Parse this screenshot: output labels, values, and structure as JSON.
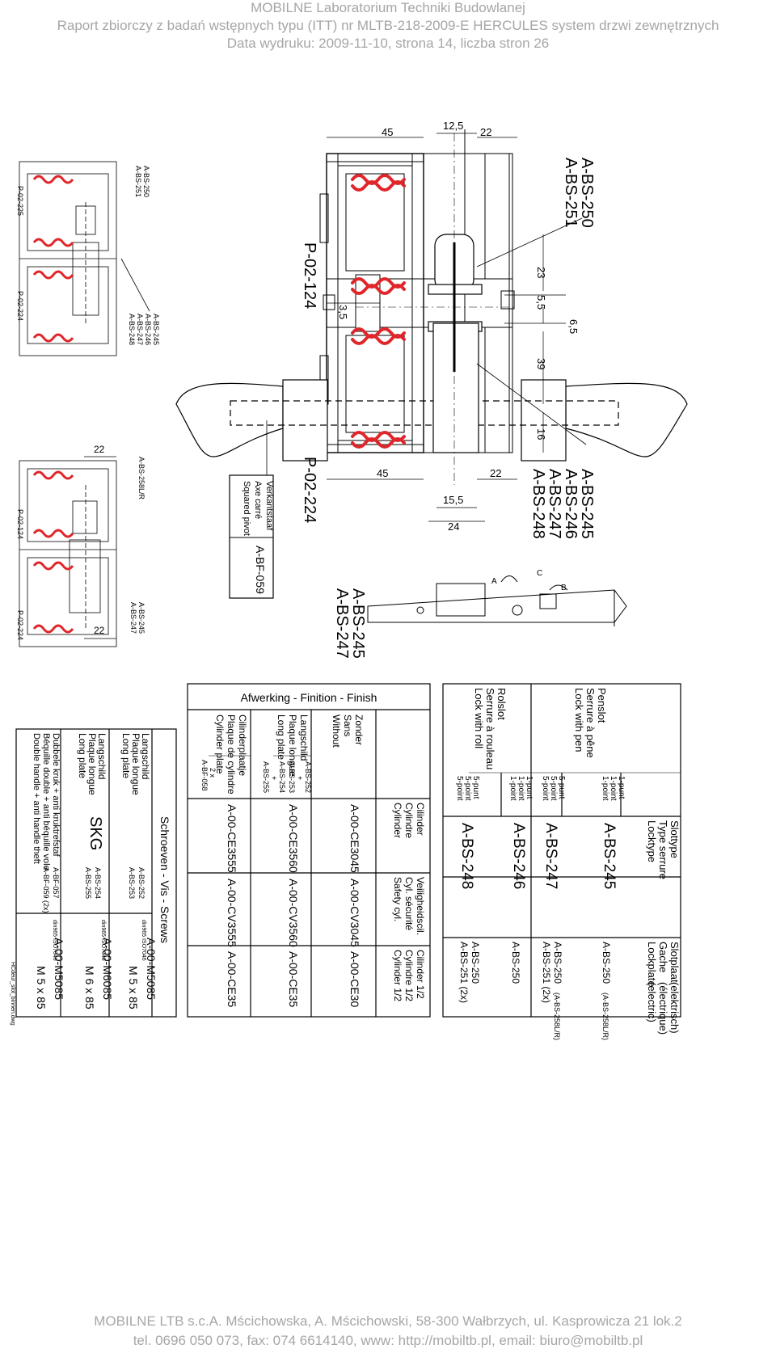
{
  "header": {
    "line1": "MOBILNE  Laboratorium Techniki Budowlanej",
    "line2": "Raport zbiorczy z badań wstępnych typu (ITT) nr MLTB-218-2009-E HERCULES system drzwi zewnętrznych",
    "line3": "Data wydruku: 2009-11-10, strona 14, liczba stron 26"
  },
  "drawing": {
    "dims": {
      "d45_top": "45",
      "d12_5": "12,5",
      "d22_top": "22",
      "d23": "23",
      "d5_5": "5,5",
      "d6_5": "6,5",
      "d39": "39",
      "d16": "16",
      "d3_5": "3,5",
      "d45_bot": "45",
      "d15_5": "15,5",
      "d22_bot": "22",
      "d24": "24",
      "d22_sm_top": "22",
      "d22_sm_bot": "22"
    },
    "labels": {
      "bs250": "A-BS-250",
      "bs251": "A-BS-251",
      "p02_124": "P-02-124",
      "p02_224": "P-02-224",
      "bs245": "A-BS-245",
      "bs246": "A-BS-246",
      "bs247": "A-BS-247",
      "bs248": "A-BS-248",
      "lock_bs245": "A-BS-245",
      "lock_bs247": "A-BS-247",
      "small_p02_225": "P-02-225",
      "small_p02_224": "P-02-224",
      "small_bs250": "A-BS-250",
      "small_bs251": "A-BS-251",
      "small_bs245": "A-BS-245",
      "small_bs246": "A-BS-246",
      "small_bs247": "A-BS-247",
      "small_bs248": "A-BS-248",
      "small2_p02_124": "P-02-124",
      "small2_p02_224": "P-02-224",
      "small2_bs258": "A-BS-258L/R",
      "small2_bs245": "A-BS-245",
      "small2_bs247": "A-BS-247",
      "axis_nl": "Verkantstaaf",
      "axis_fr": "Axe carré",
      "axis_en": "Squared pivot",
      "axis_code": "A-BF-059",
      "lock_a": "A",
      "lock_b": "B",
      "lock_c": "C"
    }
  },
  "locktable": {
    "h_type_nl": "Slottype",
    "h_type_fr": "Type serrure",
    "h_type_en": "Locktype",
    "h_plate_nl": "Slotplaat",
    "h_plate_fr": "Gache",
    "h_plate_en": "Lockplate",
    "h_el_nl": "(elektrisch)",
    "h_el_fr": "(électrique)",
    "h_el_en": "(electric)",
    "pen_nl": "Penslot",
    "pen_fr": "Serrure à pêne",
    "pen_en": "Lock with pen",
    "roll_nl": "Rolslot",
    "roll_fr": "Serrure à rouleau",
    "roll_en": "Lock with roll",
    "pen1_a": "1-punt",
    "pen1_b": "1-point",
    "pen1_c": "1-point",
    "pen5_a": "5-punt",
    "pen5_b": "5-point",
    "pen5_c": "5-point",
    "roll1_a": "1-punt",
    "roll1_b": "1-point",
    "roll1_c": "1-point",
    "roll5_a": "5-punt",
    "roll5_b": "5-point",
    "roll5_c": "5-point",
    "code245": "A-BS-245",
    "code247": "A-BS-247",
    "code246": "A-BS-246",
    "code248": "A-BS-248",
    "p245": "A-BS-250",
    "p245_el": "(A-BS-258L/R)",
    "p247a": "A-BS-250",
    "p247a_el": "(A-BS-258L/R)",
    "p247b": "A-BS-251 (2x)",
    "p246": "A-BS-250",
    "p248a": "A-BS-250",
    "p248b": "A-BS-251 (2x)"
  },
  "finishtable": {
    "title": "Afwerking - Finition - Finish",
    "h_cyl_nl": "Cilinder",
    "h_cyl_fr": "Cylindre",
    "h_cyl_en": "Cylinder",
    "h_saf_nl": "Veiligheidscil.",
    "h_saf_fr": "Cyl. sécurité",
    "h_saf_en": "Safety cyl.",
    "h_half_nl": "Cilinder 1/2",
    "h_half_fr": "Cylindre 1/2",
    "h_half_en": "Cylinder 1/2",
    "r1_nl": "Zonder",
    "r1_fr": "Sans",
    "r1_en": "Without",
    "r2_nl": "Langschild",
    "r2_fr": "Plaque longue",
    "r2_en": "Long plate",
    "r2_c1": "A-BS-252",
    "r2_c2": "+",
    "r2_c3": "A-BS-253",
    "r3_c1": "A-BS-254",
    "r3_c2": "+",
    "r3_c3": "A-BS-255",
    "r4_nl": "Cilinderplaatje",
    "r4_fr": "Plaque de cylindre",
    "r4_en": "Cylinder plate",
    "r4_c1": "2 x",
    "r4_c2": "A-BF-058",
    "r1_v1": "A-00-CE3045",
    "r1_v2": "A-00-CV3045",
    "r1_v3": "A-00-CE30",
    "r2_v1": "A-00-CE3560",
    "r2_v2": "A-00-CV3560",
    "r2_v3": "A-00-CE35",
    "r4_v1": "A-00-CE3555",
    "r4_v2": "A-00-CV3555",
    "r4_v3": "A-00-CE35"
  },
  "screwtable": {
    "title": "Schroeven - Vis - Screws",
    "r1_nl": "Langschild",
    "r1_fr": "Plaque longue",
    "r1_en": "Long plate",
    "r1_c1": "A-BS-252",
    "r1_c2": "A-BS-253",
    "r1_code": "A-00-M5085",
    "r1_size": "M 5 x 85",
    "r2_nl": "Langschild",
    "r2_fr": "Plaque longue",
    "r2_en": "Long plate",
    "r2_skg": "SKG",
    "r2_c1": "A-BS-254",
    "r2_c2": "A-BS-255",
    "r2_code": "A-00-M6085",
    "r2_size": "M 6 x 85",
    "r3_nl": "Dubbele kruk + anti kruktrefstaf",
    "r3_fr": "Béquille double + anti béquille vole",
    "r3_en": "Double handle + anti handle theft",
    "r3_c1": "A-BF-057",
    "r3_c2": "A-BF-059 (2x)",
    "r3_code": "A-00-M5085",
    "r3_size": "M 5 x 85",
    "din": "din965 ISO7046",
    "file": "HCdeur_slot_binnen.dwg"
  },
  "footer": {
    "line1": "MOBILNE LTB s.c.A. Mścichowska, A. Mścichowski, 58-300 Wałbrzych, ul. Kasprowicza 21 lok.2",
    "line2": "tel. 0696 050 073, fax: 074 6614140, www: http://mobiltb.pl, email: biuro@mobiltb.pl"
  }
}
